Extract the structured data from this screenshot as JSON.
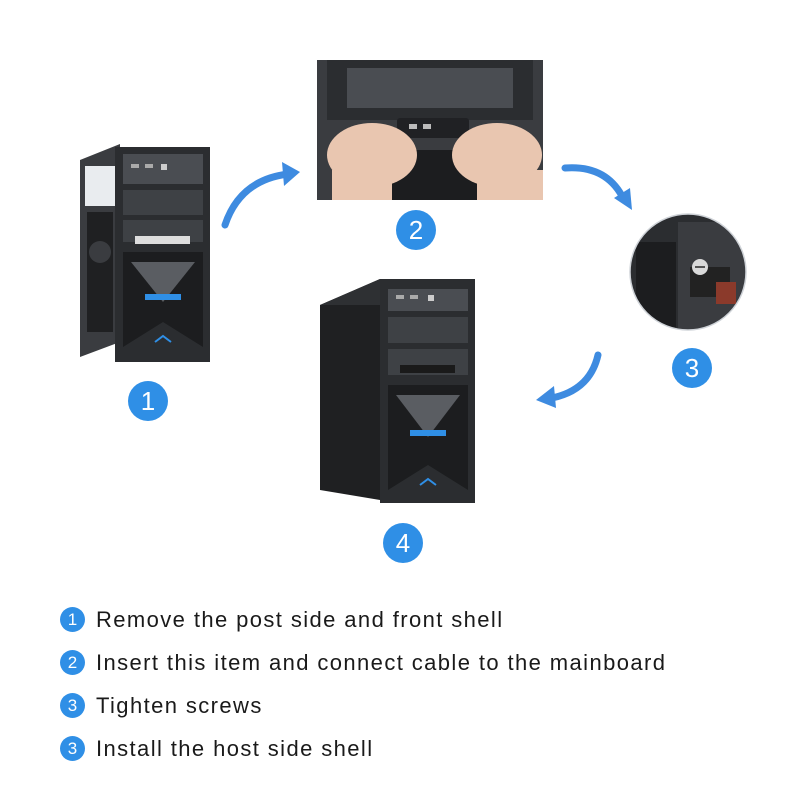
{
  "images": {
    "step1": {
      "badge": "1",
      "icon": "pc-case-open-side"
    },
    "step2": {
      "badge": "2",
      "icon": "hands-installing-front-panel"
    },
    "step3": {
      "badge": "3",
      "icon": "screw-closeup"
    },
    "step4": {
      "badge": "4",
      "icon": "pc-case-assembled"
    }
  },
  "arrows": [
    "arrow-1-to-2",
    "arrow-2-to-3",
    "arrow-3-to-4"
  ],
  "instructions": [
    {
      "num": "1",
      "text": "Remove the post side and front shell"
    },
    {
      "num": "2",
      "text": "Insert this item and connect cable to the mainboard"
    },
    {
      "num": "3",
      "text": "Tighten screws"
    },
    {
      "num": "3",
      "text": "Install the host side shell"
    }
  ],
  "colors": {
    "accent": "#2f8fe6",
    "case_dark": "#2b2d30",
    "case_mid": "#4a4d52"
  }
}
